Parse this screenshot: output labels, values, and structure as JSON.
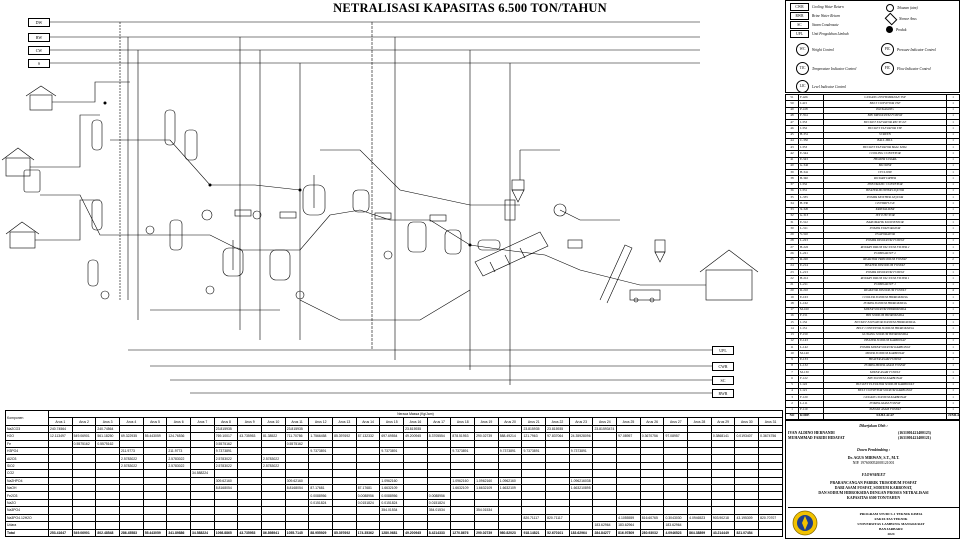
{
  "title": "NETRALISASI KAPASITAS 6.500 TON/TAHUN",
  "utility_top": [
    "DW",
    "RW",
    "CW",
    "S"
  ],
  "utility_bottom": [
    "UPL",
    "CWR",
    "SC",
    "RWR"
  ],
  "legend": {
    "lines": [
      {
        "code": "CWR",
        "text": "Cooling Water Return"
      },
      {
        "code": "RWR",
        "text": "Brine Water Return"
      },
      {
        "code": "SC",
        "text": "Steam Condensate"
      },
      {
        "code": "UPL",
        "text": "Unit Pengolahan Limbah"
      }
    ],
    "symbols_right": [
      "Tekanan (atm)",
      "Nomor Arus",
      "Produk"
    ],
    "instruments": [
      {
        "code": "WC",
        "text": "Weight Control"
      },
      {
        "code": "PIC",
        "text": "Pressure Indicator Control"
      },
      {
        "code": "TIC",
        "text": "Temperature Indicator Control"
      },
      {
        "code": "FIC",
        "text": "Flow Indicator Control"
      },
      {
        "code": "LIC",
        "text": "Level Indicator Control"
      }
    ]
  },
  "equipment": [
    [
      "51",
      "F-426",
      "GUDANG PENYIMPANAN TSP",
      "1"
    ],
    [
      "50",
      "J-415",
      "BELT CONVEYOR TSP",
      "1"
    ],
    [
      "49",
      "P-418",
      "PACKAGING",
      "1"
    ],
    [
      "48",
      "F-354",
      "BIN TRISODIUM FOSFAT",
      "1"
    ],
    [
      "47",
      "J-353",
      "BUCKET ELEVATOR RECYCLE",
      "1"
    ],
    [
      "46",
      "J-352",
      "BUCKET ELEVATOR TSP",
      "1"
    ],
    [
      "45",
      "H-351",
      "SCREEN",
      "1"
    ],
    [
      "44",
      "C-350",
      "BALL MILL",
      "1"
    ],
    [
      "43",
      "J-353",
      "BUCKET ELEVATOR BALL MILL",
      "1"
    ],
    [
      "42",
      "E-344",
      "COOLING CONVEYOR",
      "1"
    ],
    [
      "41",
      "E-343",
      "HEATER UDARA",
      "1"
    ],
    [
      "40",
      "G-342",
      "BLOWER",
      "1"
    ],
    [
      "39",
      "H-341",
      "CYCLONE",
      "1"
    ],
    [
      "38",
      "B-340",
      "ROTARY DRYER",
      "1"
    ],
    [
      "37",
      "J-332",
      "PNEUMATIC CONVEYOR",
      "1"
    ],
    [
      "36",
      "J-331",
      "HEATER MOTHER LIQUOR",
      "1"
    ],
    [
      "35",
      "L-335",
      "POMPA MOTHER LIQUOR",
      "1"
    ],
    [
      "34",
      "H-330",
      "CENTRIFUGE",
      "1"
    ],
    [
      "33",
      "X-320",
      "KRISTALIZER",
      "1"
    ],
    [
      "32",
      "G-313",
      "JET EJECTOR",
      "1"
    ],
    [
      "31",
      "E-312",
      "BAROMATIK KONDENSOR",
      "1"
    ],
    [
      "30",
      "L-311",
      "POMPA EVAPORATOR",
      "1"
    ],
    [
      "29",
      "V-310",
      "EVAPORATOR",
      "1"
    ],
    [
      "28",
      "L-223",
      "POMPA DISODIUM FOSFAT",
      "1"
    ],
    [
      "27",
      "H-222",
      "ROTARY DRUM VACUUM FILTER 2",
      "1"
    ],
    [
      "26",
      "L-221",
      "POMPA RDVF 2",
      "1"
    ],
    [
      "25",
      "R-220",
      "REAKTOR TRISODIUM FOSFAT",
      "2"
    ],
    [
      "24",
      "E-214",
      "HEATER DISODIUM FOSFAT",
      "1"
    ],
    [
      "23",
      "L-213",
      "POMPA DISODIUM FOSFAT",
      "1"
    ],
    [
      "22",
      "H-212",
      "ROTARY DRUM VACUUM FILTER 1",
      "1"
    ],
    [
      "21",
      "L-211",
      "POMPA RDVF 1",
      "1"
    ],
    [
      "20",
      "R-210",
      "REAKTOR DISODIUM FOSFAT",
      "4"
    ],
    [
      "19",
      "E-163",
      "COOLER SODIUM HIDROKSIDA",
      "1"
    ],
    [
      "18",
      "L-162",
      "POMPA SODIUM HIDROKSIDA",
      "1"
    ],
    [
      "17",
      "M-160",
      "MIXER SODIUM HIDROKSIDA",
      "1"
    ],
    [
      "16",
      "F-151",
      "BIN SODIUM HIDROKSIDA",
      "1"
    ],
    [
      "15",
      "J-152",
      "BUCKET ELEVATOR SODIUM HIDROKSIDA",
      "1"
    ],
    [
      "14",
      "J-151",
      "BELT CONVEYOR SODIUM HIDROKSIDA",
      "1"
    ],
    [
      "13",
      "F-150",
      "GUDANG SODIUM HIDROKSIDA",
      "1"
    ],
    [
      "12",
      "E-143",
      "HEATER SODIUM KARBONAT",
      "1"
    ],
    [
      "11",
      "L-142",
      "POMPA MIXER SODIUM KARBONAT",
      "1"
    ],
    [
      "10",
      "M-140",
      "MIXER SODIUM KARBONAT",
      "1"
    ],
    [
      "9",
      "E-133",
      "HEATER ASAM FOSFAT",
      "1"
    ],
    [
      "8",
      "L-132",
      "POMPA MIXER ASAM FOSFAT",
      "1"
    ],
    [
      "7",
      "M-130",
      "MIXER ASAM FOSFAT",
      "1"
    ],
    [
      "6",
      "F-122",
      "BIN SODIUM KARBONAT",
      "1"
    ],
    [
      "5",
      "J-122",
      "BUCKET ELEVATOR SODIUM KARBONAT",
      "1"
    ],
    [
      "4",
      "J-121",
      "BELT CONVEYOR SODIUM KARBONAT",
      "1"
    ],
    [
      "3",
      "F-120",
      "GUDANG SODIUM KARBONAT",
      "1"
    ],
    [
      "2",
      "L-111",
      "POMPA ASAM FOSFAT",
      "1"
    ],
    [
      "1",
      "F-110",
      "TANGKI ASAM FOSFAT",
      "1"
    ],
    [
      "NO",
      "KODE",
      "NAMA ALAT",
      "JUMLAH"
    ]
  ],
  "info": {
    "dikerjakan": "Dikerjakan Oleh :",
    "students": [
      "IVAN ALDINO HERNANDI",
      "MUHAMMAD FARIDI HIDAYAT"
    ],
    "student_ids": [
      "(1631001421400123)",
      "(1631001421400121)"
    ],
    "dosen_label": "Dosen Pembimbing :",
    "dosen": "Dr. AGUS MIRWAN, S.T., M.T.",
    "nip": "NIP. 197600052008121001",
    "flowsheet": "FLOWSHEET",
    "project": [
      "PRARANCANGAN PABRIK TRISODIUM FOSFAT",
      "DARI ASAM FOSFAT, SODIUM KARBONAT,",
      "DAN SODIUM HIDROKSIDA DENGAN PROSES NETRALISASI",
      "KAPASITAS 6500 TON/TAHUN"
    ],
    "institution": [
      "PROGRAM STUDI S-1 TEKNIK KIMIA",
      "FAKULTAS TEKNIK",
      "UNIVERSITAS LAMBUNG MANGKURAT",
      "BANJARBARU",
      "2024"
    ]
  },
  "mass_balance": {
    "title": "Neraca Massa (Kg/Jam)",
    "komponen_label": "Komponen",
    "arus": [
      "Arus 1",
      "Arus 2",
      "Arus 3",
      "Arus 4",
      "Arus 5",
      "Arus 6",
      "Arus 7",
      "Arus 8",
      "Arus 9",
      "Arus 10",
      "Arus 11",
      "Arus 12",
      "Arus 13",
      "Arus 14",
      "Arus 15",
      "Arus 16",
      "Arus 17",
      "Arus 18",
      "Arus 19",
      "Arus 20",
      "Arus 21",
      "Arus 22",
      "Arus 23",
      "Arus 24",
      "Arus 25",
      "Arus 26",
      "Arus 27",
      "Arus 28",
      "Arus 29",
      "Arus 30",
      "Arus 31"
    ],
    "rows": [
      {
        "name": "Na2CO3",
        "cells": [
          "240.74564",
          "",
          "240.74564",
          "",
          "",
          "",
          "",
          "23.815935",
          "",
          "",
          "23.815935",
          "",
          "",
          "",
          "",
          "23.815935",
          "",
          "",
          "",
          "",
          "23.815935",
          "23.815935",
          "",
          "23.81593474",
          "",
          "",
          "",
          "",
          "",
          "",
          ""
        ]
      },
      {
        "name": "H2O",
        "cells": [
          "12.113497",
          "549.06901",
          "561.18250",
          "69.322935",
          "55.443059",
          "124.76536",
          "",
          "769.10017",
          "43.735953",
          "81.38522",
          "711.70786",
          "1.7566458",
          "85.397692",
          "87.132332",
          "697.69554",
          "49.200945",
          "8.3705554",
          "878.51953",
          "290.02739",
          "588.49214",
          "121.7963",
          "97.837064",
          "24.35928096",
          "",
          "97.08957",
          "0.3670756",
          "97.08957",
          "",
          "0.3868141",
          "0.0193407",
          "0.3674756"
        ]
      },
      {
        "name": "Fe",
        "cells": [
          "",
          "0.5575162",
          "0.5575162",
          "",
          "",
          "",
          "",
          "0.5575162",
          "",
          "",
          "0.5575162",
          "",
          "",
          "",
          "",
          "",
          "",
          "",
          "",
          "",
          "",
          "",
          "",
          "",
          "",
          "",
          "",
          "",
          "",
          "",
          ""
        ]
      },
      {
        "name": "H3PO4",
        "cells": [
          "",
          "",
          "",
          "211.9773",
          "",
          "211.9773",
          "",
          "9.7373891",
          "",
          "",
          "",
          "9.7373891",
          "",
          "",
          "9.7373891",
          "",
          "",
          "9.7373891",
          "",
          "9.7373891",
          "9.7373891",
          "",
          "9.7373891",
          "",
          "",
          "",
          "",
          "",
          "",
          "",
          ""
        ]
      },
      {
        "name": "Al2O3",
        "cells": [
          "",
          "",
          "",
          "2.5783022",
          "",
          "2.5783022",
          "",
          "2.5783022",
          "",
          "2.5783022",
          "",
          "",
          "",
          "",
          "",
          "",
          "",
          "",
          "",
          "",
          "",
          "",
          "",
          "",
          "",
          "",
          "",
          "",
          "",
          "",
          ""
        ]
      },
      {
        "name": "SiO2",
        "cells": [
          "",
          "",
          "",
          "2.5783022",
          "",
          "2.5783022",
          "",
          "2.5783022",
          "",
          "2.5783022",
          "",
          "",
          "",
          "",
          "",
          "",
          "",
          "",
          "",
          "",
          "",
          "",
          "",
          "",
          "",
          "",
          "",
          "",
          "",
          "",
          ""
        ]
      },
      {
        "name": "CO2",
        "cells": [
          "",
          "",
          "",
          "",
          "",
          "",
          "34.588224",
          "",
          "",
          "",
          "",
          "",
          "",
          "",
          "",
          "",
          "",
          "",
          "",
          "",
          "",
          "",
          "",
          "",
          "",
          "",
          "",
          "",
          "",
          "",
          ""
        ]
      },
      {
        "name": "Na2HPO4",
        "cells": [
          "",
          "",
          "",
          "",
          "",
          "",
          "",
          "309.62160",
          "",
          "",
          "309.62160",
          "",
          "",
          "",
          "1.0962160",
          "",
          "",
          "1.0962160",
          "1.0962160",
          "1.0962160",
          "",
          "",
          "1.096216038",
          "",
          "",
          "",
          "",
          "",
          "",
          "",
          ""
        ]
      },
      {
        "name": "NaOH",
        "cells": [
          "",
          "",
          "",
          "",
          "",
          "",
          "",
          "8.8168054",
          "",
          "",
          "8.8168054",
          "87.17681",
          "",
          "87.17681",
          "1.6632109",
          "",
          "",
          "1.6632109",
          "1.6632109",
          "1.6632109",
          "",
          "",
          "1.663210895",
          "",
          "",
          "",
          "",
          "",
          "",
          "",
          ""
        ]
      },
      {
        "name": "Fe2O3",
        "cells": [
          "",
          "",
          "",
          "",
          "",
          "",
          "",
          "",
          "",
          "",
          "",
          "0.0088956",
          "",
          "0.0088956",
          "0.0088956",
          "",
          "0.0088956",
          "",
          "",
          "",
          "",
          "",
          "",
          "",
          "",
          "",
          "",
          "",
          "",
          "",
          ""
        ]
      },
      {
        "name": "Na2O",
        "cells": [
          "",
          "",
          "",
          "",
          "",
          "",
          "",
          "",
          "",
          "",
          "",
          "0.0151824",
          "",
          "0.0151824",
          "0.0151824",
          "",
          "0.0151824",
          "",
          "",
          "",
          "",
          "",
          "",
          "",
          "",
          "",
          "",
          "",
          "",
          "",
          ""
        ]
      },
      {
        "name": "Na3PO4",
        "cells": [
          "",
          "",
          "",
          "",
          "",
          "",
          "",
          "",
          "",
          "",
          "",
          "",
          "",
          "",
          "354.01534",
          "",
          "354.01534",
          "",
          "354.01534",
          "",
          "",
          "",
          "",
          "",
          "",
          "",
          "",
          "",
          "",
          "",
          ""
        ]
      },
      {
        "name": "Na3PO4.12H2O",
        "cells": [
          "",
          "",
          "",
          "",
          "",
          "",
          "",
          "",
          "",
          "",
          "",
          "",
          "",
          "",
          "",
          "",
          "",
          "",
          "",
          "",
          "820.71117",
          "820.71117",
          "",
          "",
          "4.1055559",
          "816.60765",
          "0.3043030",
          "4.0946523",
          "903.90218",
          "43.195309",
          "820.70707"
        ]
      },
      {
        "name": "Udara",
        "cells": [
          "",
          "",
          "",
          "",
          "",
          "",
          "",
          "",
          "",
          "",
          "",
          "",
          "",
          "",
          "",
          "",
          "",
          "",
          "",
          "",
          "",
          "",
          "",
          "183.62964",
          "183.62964",
          "",
          "183.62964",
          "",
          "",
          "",
          ""
        ]
      },
      {
        "name": "Total",
        "cells": [
          "253.41647",
          "549.06901",
          "802.48548",
          "286.45583",
          "55.443059",
          "341.89886",
          "34.588224",
          "1098.8865",
          "43.735953",
          "86.898941",
          "1055.7145",
          "88.955929",
          "85.397692",
          "174.35362",
          "1280.0681",
          "49.200945",
          "8.4214333",
          "1270.8676",
          "290.02739",
          "980.82023",
          "918.14821",
          "52.670101",
          "183.62964",
          "284.84277",
          "816.97809",
          "280.93032",
          "4.0946523",
          "864.38899",
          "43.214449",
          "821.07454",
          ""
        ]
      }
    ]
  }
}
